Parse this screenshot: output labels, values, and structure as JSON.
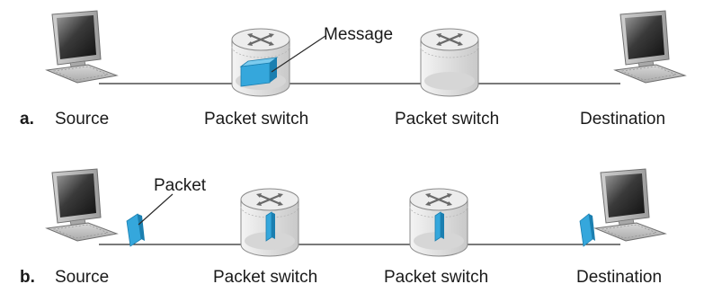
{
  "colors": {
    "link": "#2b2b2b",
    "packet": "#35a7dc",
    "packet_dark": "#1b7fb0",
    "switch_body": "#e4e4e4",
    "monitor_screen": "#2a2a2a"
  },
  "panel_a": {
    "label": "a.",
    "source": "Source",
    "switch1": "Packet switch",
    "switch2": "Packet switch",
    "destination": "Destination",
    "message_callout": "Message"
  },
  "panel_b": {
    "label": "b.",
    "source": "Source",
    "switch1": "Packet switch",
    "switch2": "Packet switch",
    "destination": "Destination",
    "packet_callout": "Packet"
  }
}
